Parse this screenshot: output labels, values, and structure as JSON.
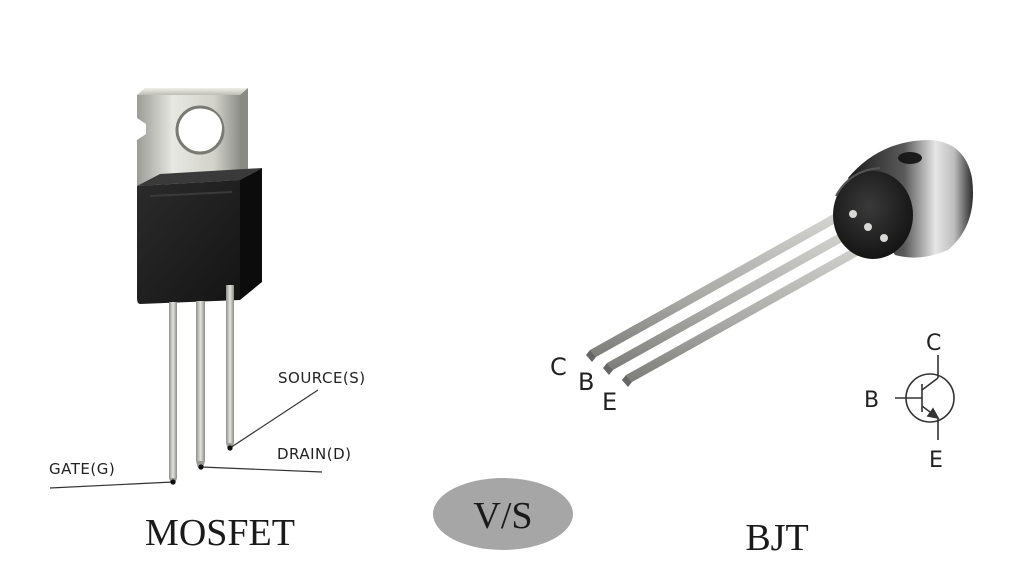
{
  "mosfet": {
    "title": "MOSFET",
    "pins": {
      "gate": "GATE(G)",
      "drain": "DRAIN(D)",
      "source": "SOURCE(S)"
    }
  },
  "versus": {
    "label": "V/S"
  },
  "bjt": {
    "title": "BJT",
    "lead_labels": {
      "collector": "C",
      "base": "B",
      "emitter": "E"
    },
    "symbol_labels": {
      "collector": "C",
      "base": "B",
      "emitter": "E"
    }
  },
  "colors": {
    "epoxy": "#1c1c1c",
    "tab": "#cfcfc8",
    "lead": "#bdbdb8",
    "versus_bg": "#a6a6a6"
  }
}
